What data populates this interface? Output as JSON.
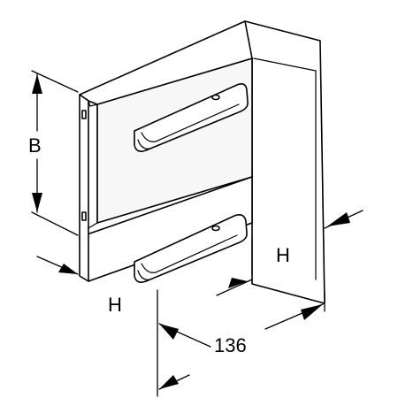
{
  "labels": {
    "height_left": "B",
    "height_right": "H",
    "width_front": "H",
    "length": "136"
  },
  "colors": {
    "line": "#000000",
    "background": "#ffffff"
  }
}
